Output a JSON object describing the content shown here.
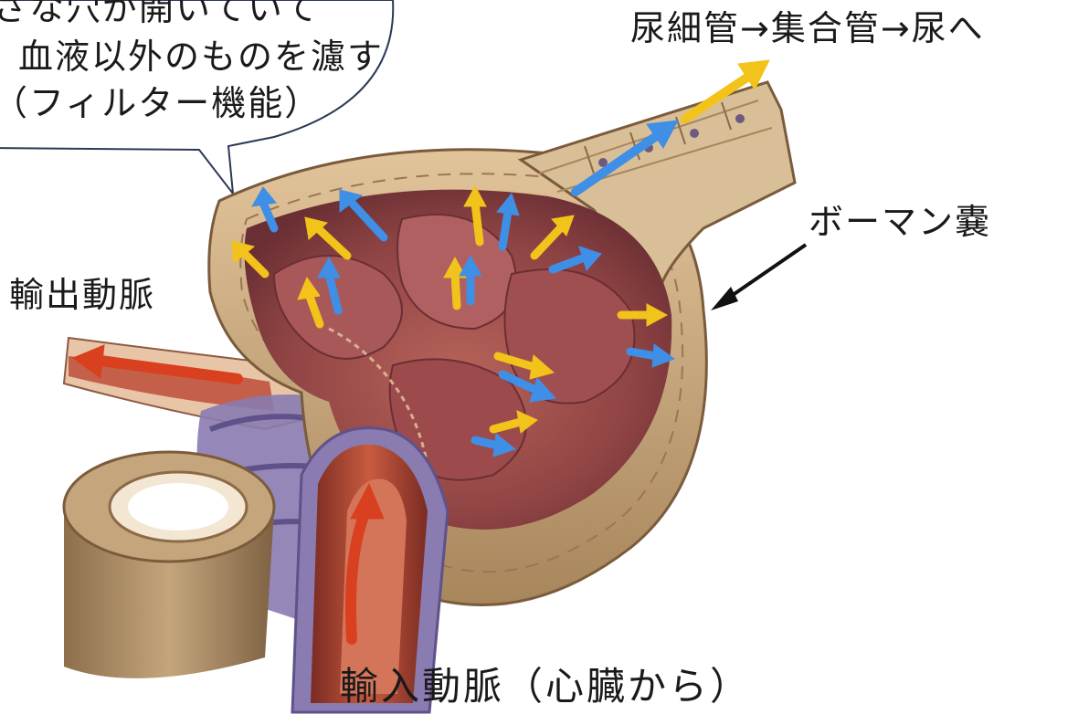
{
  "labels": {
    "callout_line1": "小さな穴が開いていて",
    "callout_line2": "血液以外のものを濾す",
    "callout_line3": "（フィルター機能）",
    "tubule": "尿細管→集合管→尿へ",
    "bowman": "ボーマン嚢",
    "efferent": "輸出動脈",
    "afferent": "輸入動脈（心臓から）"
  },
  "colors": {
    "capsule": "#d6b58b",
    "capsule_dark": "#9c7a52",
    "glomerulus": "#9a4a4a",
    "glomerulus_light": "#b86a62",
    "artery": "#b24a2e",
    "vein_network": "#8a7bb0",
    "arrow_blue": "#3f8fe6",
    "arrow_yellow": "#f2c31a",
    "arrow_red": "#d8401f",
    "tube": "#b89a72"
  }
}
